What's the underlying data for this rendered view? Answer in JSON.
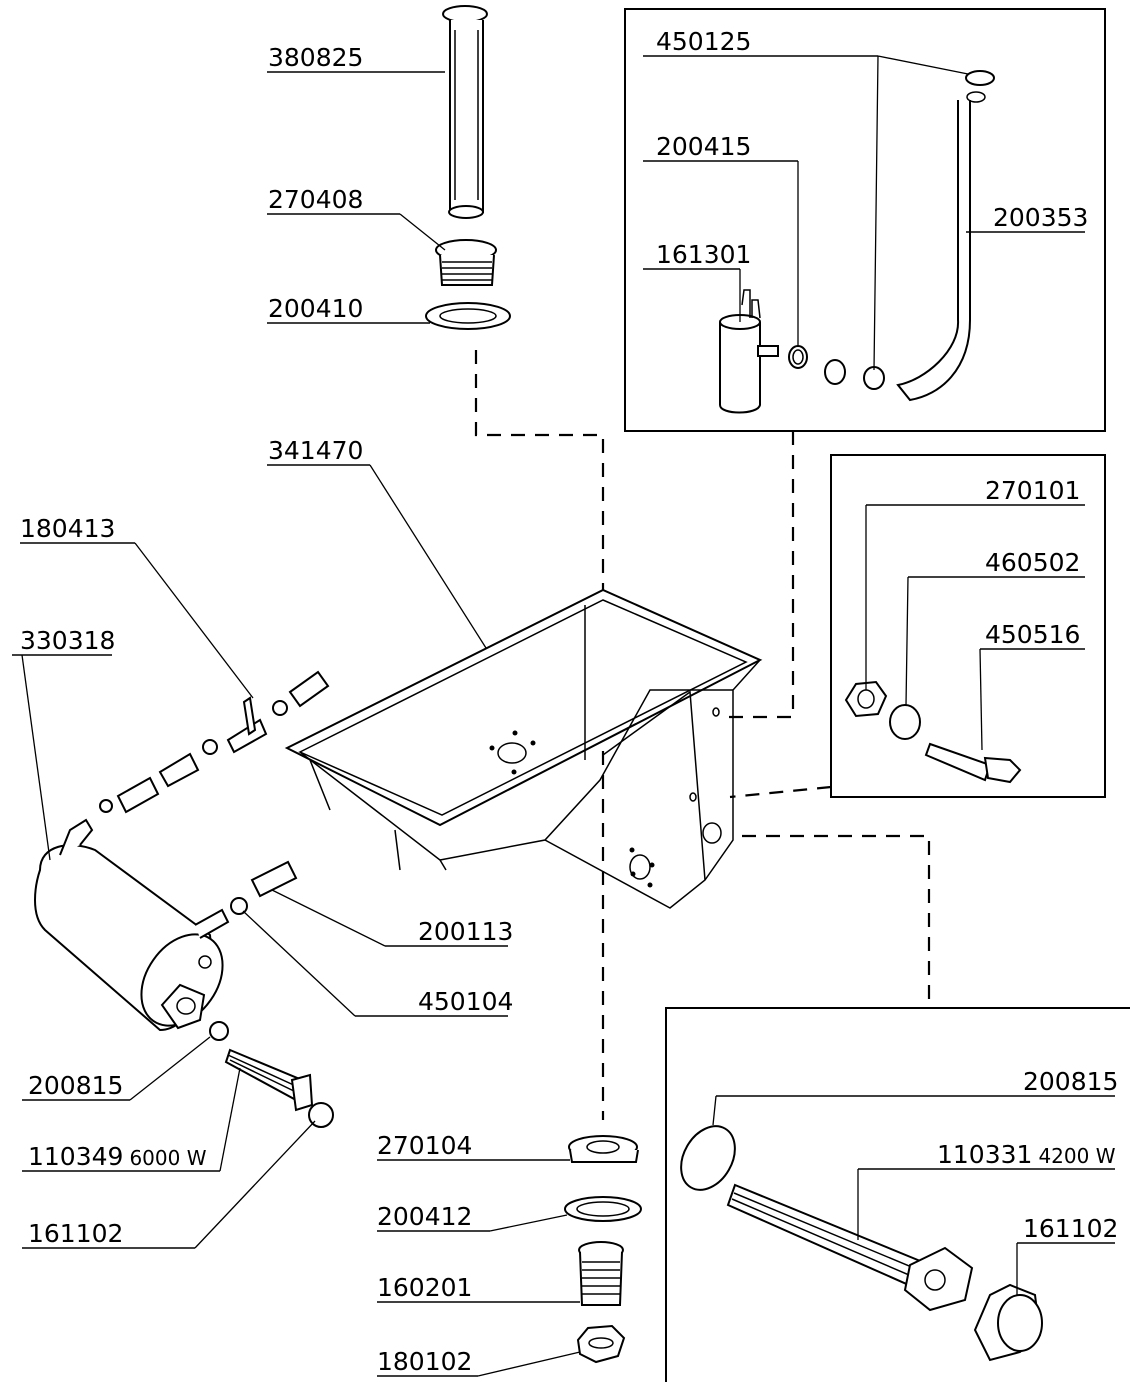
{
  "labels": {
    "l380825": "380825",
    "l270408": "270408",
    "l200410": "200410",
    "l341470": "341470",
    "l180413": "180413",
    "l330318": "330318",
    "l200113": "200113",
    "l450104": "450104",
    "l200815_left": "200815",
    "l110349": "110349",
    "l110349_w": "6000 W",
    "l161102_left": "161102",
    "l270104": "270104",
    "l200412": "200412",
    "l160201": "160201",
    "l180102": "180102",
    "l450125": "450125",
    "l200415": "200415",
    "l161301": "161301",
    "l200353": "200353",
    "l270101": "270101",
    "l460502": "460502",
    "l450516": "450516",
    "l200815_right": "200815",
    "l110331": "110331",
    "l110331_w": "4200 W",
    "l161102_right": "161102"
  },
  "colors": {
    "line": "#000000",
    "background": "#ffffff"
  }
}
